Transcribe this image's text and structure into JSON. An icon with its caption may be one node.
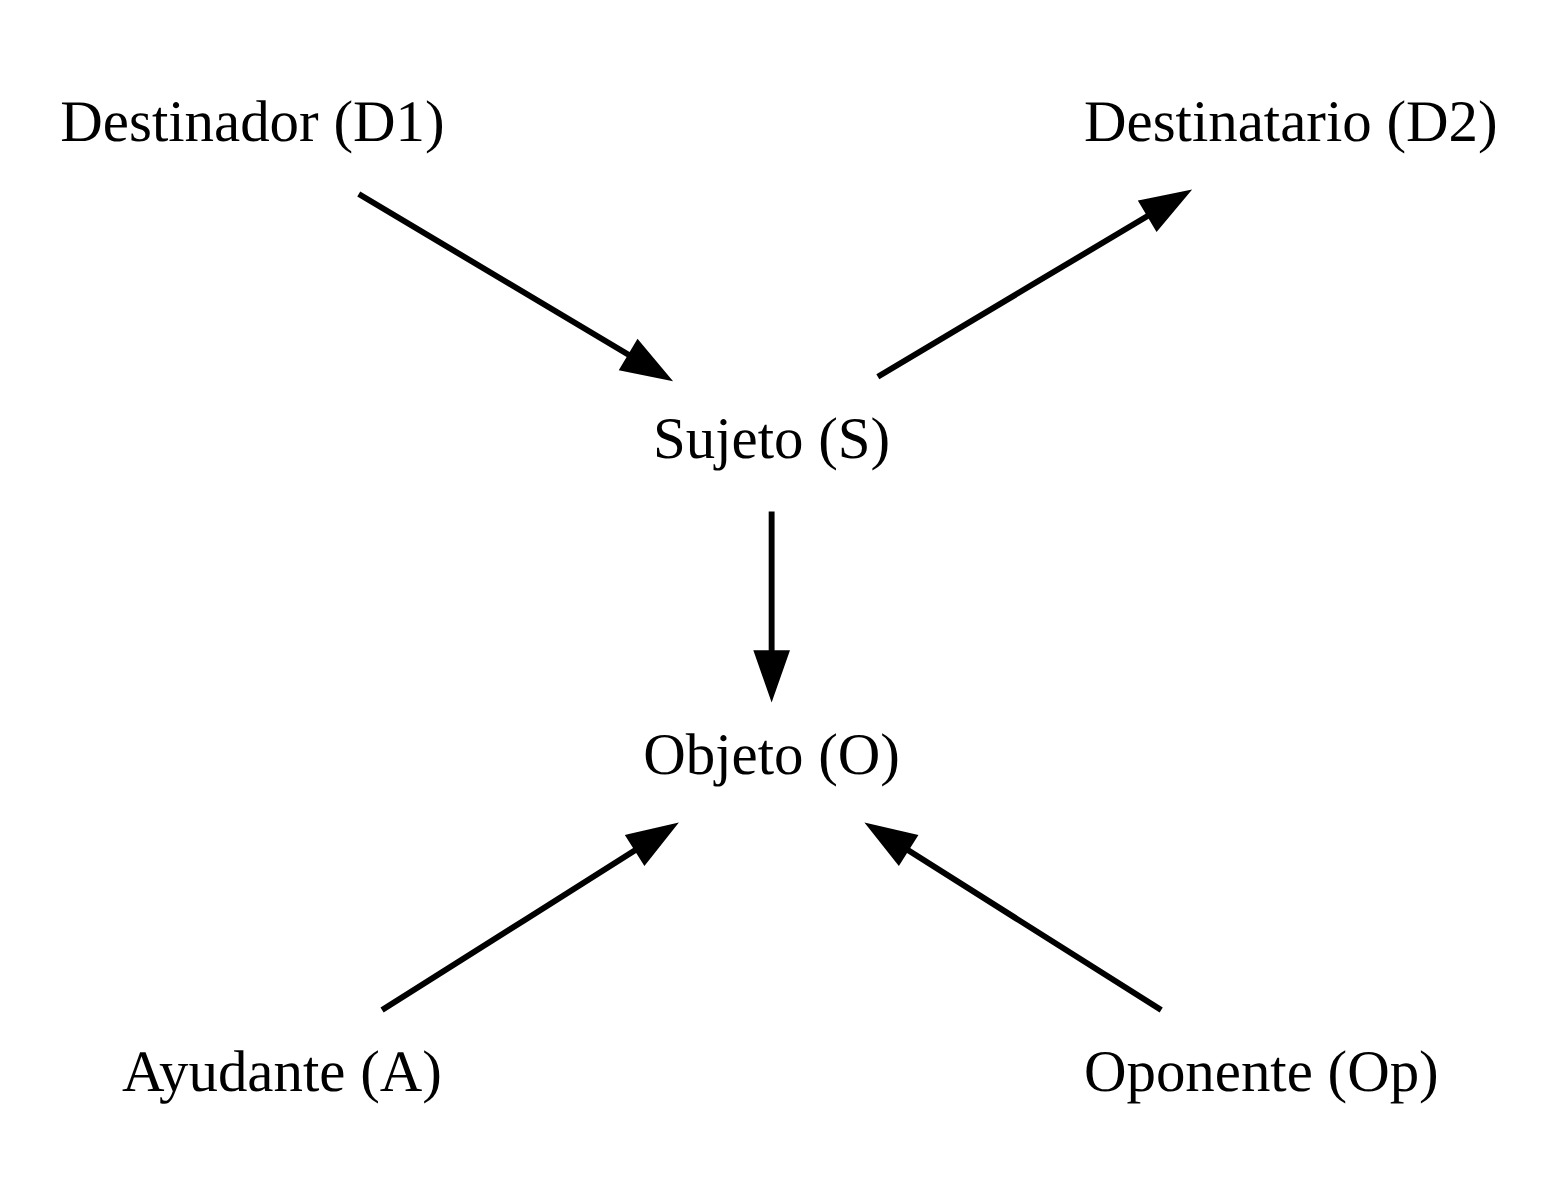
{
  "diagram": {
    "nodes": [
      {
        "text": [
          "Destinador (D1)"
        ]
      },
      {
        "text": [
          "Destinatario (D2)"
        ]
      },
      {
        "text": [
          "Sujeto (S)"
        ]
      },
      {
        "text": [
          "Objeto (O)"
        ]
      },
      {
        "text": [
          "Ayudante (A)"
        ]
      },
      {
        "text": [
          "Oponente (Op)"
        ]
      }
    ],
    "edges": [
      {
        "from": 0,
        "to": 2,
        "arrow": "to"
      },
      {
        "from": 2,
        "to": 1,
        "arrow": "to"
      },
      {
        "from": 2,
        "to": 3,
        "arrow": "to"
      },
      {
        "from": 4,
        "to": 3,
        "arrow": "to"
      },
      {
        "from": 5,
        "to": 3,
        "arrow": "to"
      }
    ]
  }
}
